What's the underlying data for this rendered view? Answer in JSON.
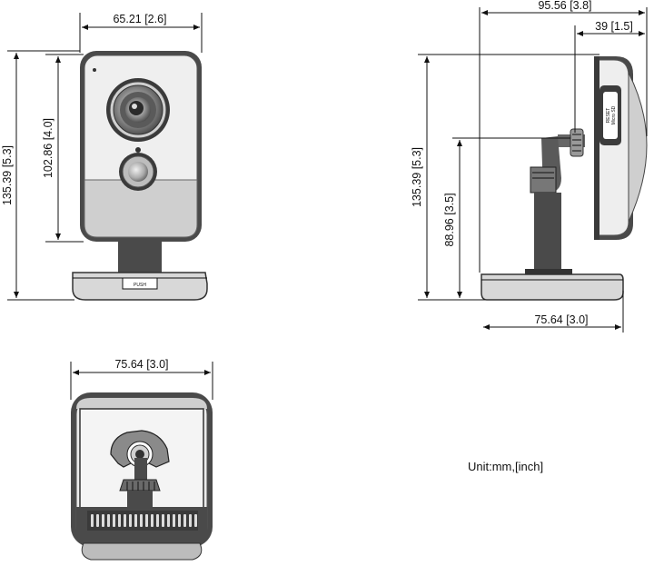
{
  "front_view": {
    "width_label": "65.21 [2.6]",
    "body_height_label": "102.86 [4.0]",
    "total_height_label": "135.39 [5.3]",
    "button_label": "PUSH"
  },
  "side_view": {
    "depth_label": "95.56 [3.8]",
    "head_depth_label": "39 [1.5]",
    "total_height_label": "135.39 [5.3]",
    "mount_height_label": "88.96 [3.5]",
    "base_width_label": "75.64 [3.0]",
    "panel_label_1": "RESET",
    "panel_label_2": "Micro SD"
  },
  "bottom_view": {
    "width_label": "75.64 [3.0]"
  },
  "unit_note": "Unit:mm,[inch]"
}
